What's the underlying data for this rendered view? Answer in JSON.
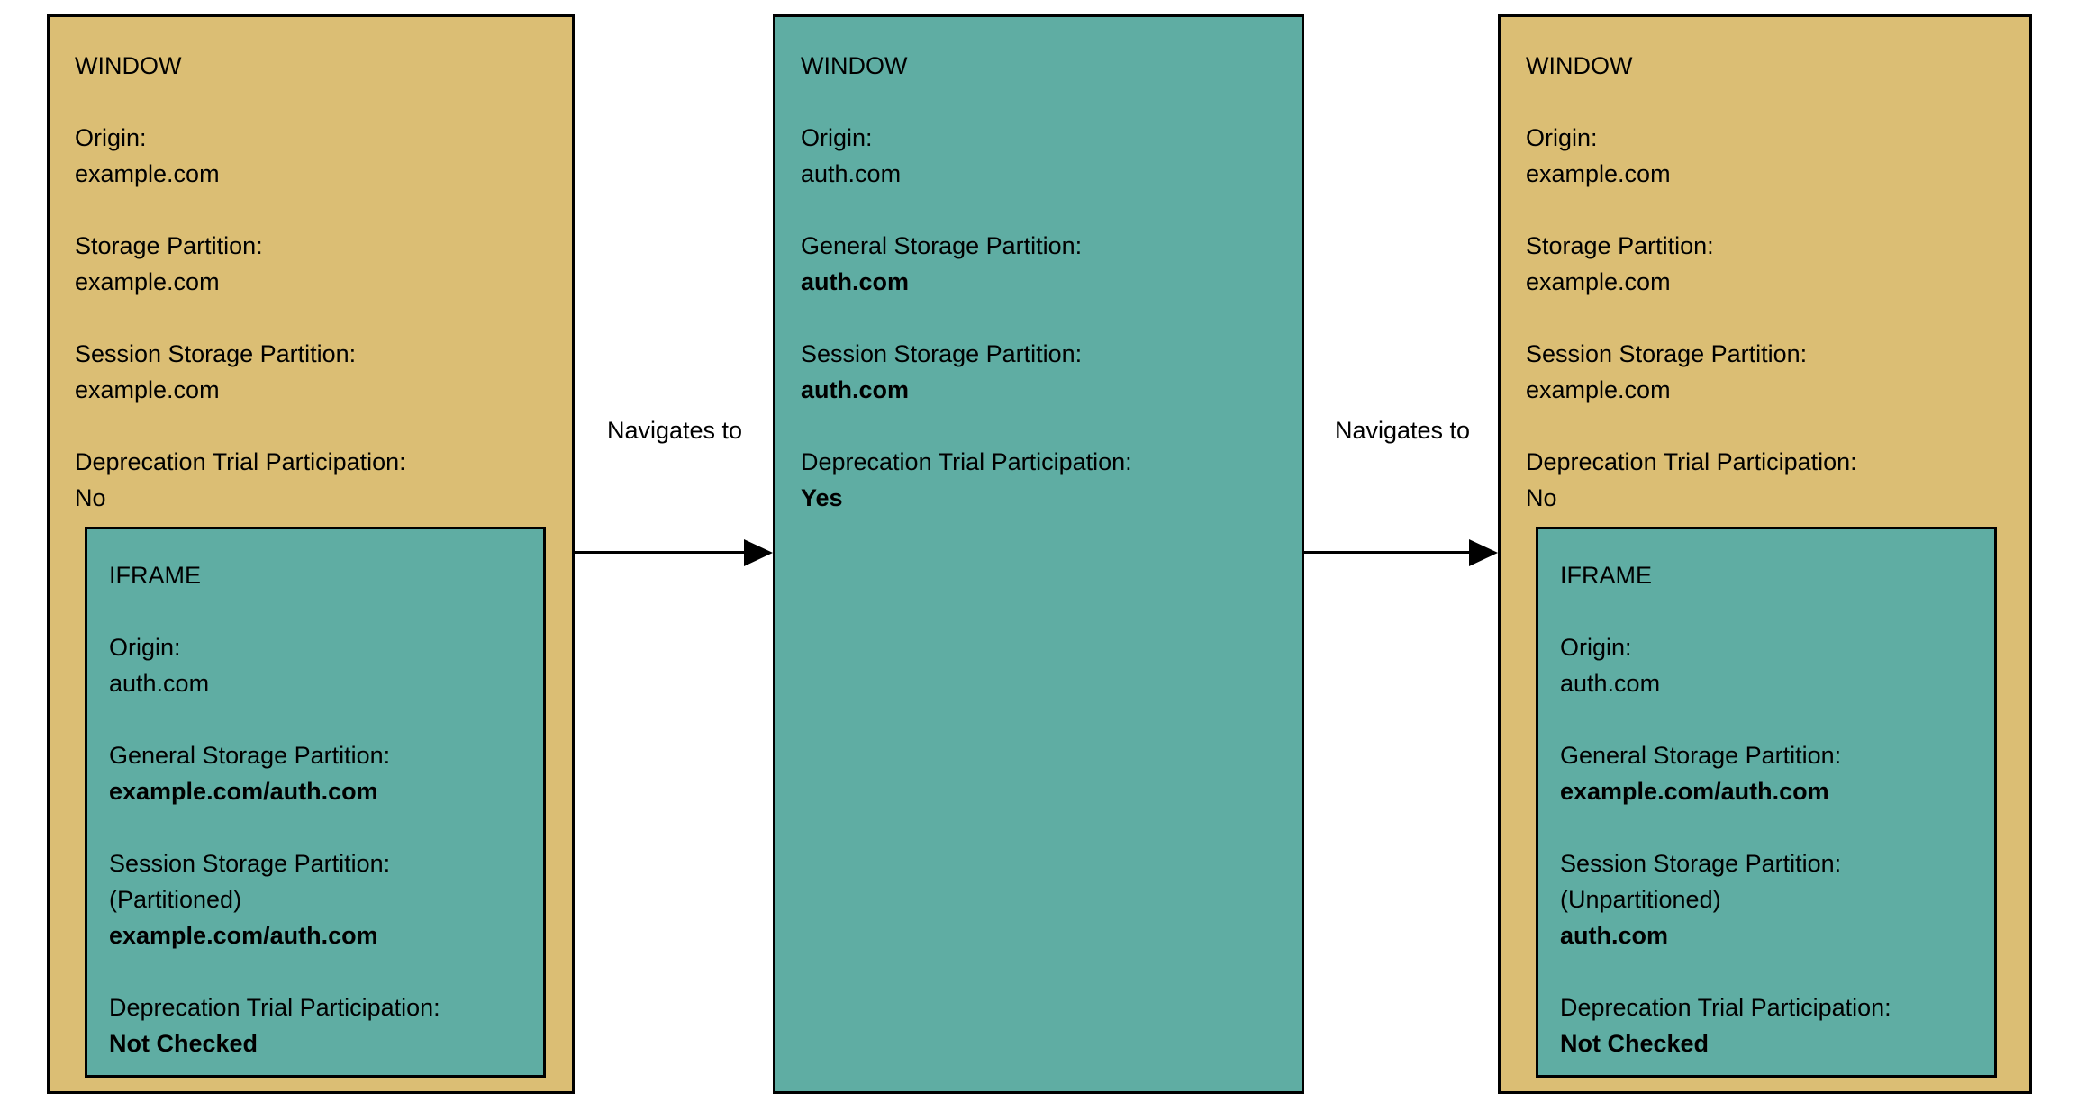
{
  "colors": {
    "window_tan_fill": "#DBBE74",
    "iframe_teal_fill": "#5FADA3",
    "border": "#000000",
    "text": "#000000",
    "background": "#FFFFFF"
  },
  "diagram": {
    "boxes": [
      {
        "title": "WINDOW",
        "fill": "tan",
        "fields": [
          {
            "label": "Origin:",
            "value_lines": [
              {
                "text": "example.com",
                "bold": false
              }
            ]
          },
          {
            "label": "Storage Partition:",
            "value_lines": [
              {
                "text": "example.com",
                "bold": false
              }
            ]
          },
          {
            "label": "Session Storage Partition:",
            "value_lines": [
              {
                "text": "example.com",
                "bold": false
              }
            ]
          },
          {
            "label": "Deprecation Trial Participation:",
            "value_lines": [
              {
                "text": "No",
                "bold": false
              }
            ]
          }
        ],
        "iframe": {
          "title": "IFRAME",
          "fields": [
            {
              "label": "Origin:",
              "value_lines": [
                {
                  "text": "auth.com",
                  "bold": false
                }
              ]
            },
            {
              "label": "General Storage Partition:",
              "value_lines": [
                {
                  "text": "example.com/auth.com",
                  "bold": true
                }
              ]
            },
            {
              "label": "Session Storage Partition:",
              "value_lines": [
                {
                  "text": "(Partitioned)",
                  "bold": false
                },
                {
                  "text": "example.com/auth.com",
                  "bold": true
                }
              ]
            },
            {
              "label": "Deprecation Trial Participation:",
              "value_lines": [
                {
                  "text": "Not Checked",
                  "bold": true
                }
              ]
            }
          ]
        }
      },
      {
        "title": "WINDOW",
        "fill": "teal",
        "fields": [
          {
            "label": "Origin:",
            "value_lines": [
              {
                "text": "auth.com",
                "bold": false
              }
            ]
          },
          {
            "label": "General Storage Partition:",
            "value_lines": [
              {
                "text": "auth.com",
                "bold": true
              }
            ]
          },
          {
            "label": "Session Storage Partition:",
            "value_lines": [
              {
                "text": "auth.com",
                "bold": true
              }
            ]
          },
          {
            "label": "Deprecation Trial Participation:",
            "value_lines": [
              {
                "text": "Yes",
                "bold": true
              }
            ]
          }
        ]
      },
      {
        "title": "WINDOW",
        "fill": "tan",
        "fields": [
          {
            "label": "Origin:",
            "value_lines": [
              {
                "text": "example.com",
                "bold": false
              }
            ]
          },
          {
            "label": "Storage Partition:",
            "value_lines": [
              {
                "text": "example.com",
                "bold": false
              }
            ]
          },
          {
            "label": "Session Storage Partition:",
            "value_lines": [
              {
                "text": "example.com",
                "bold": false
              }
            ]
          },
          {
            "label": "Deprecation Trial Participation:",
            "value_lines": [
              {
                "text": "No",
                "bold": false
              }
            ]
          }
        ],
        "iframe": {
          "title": "IFRAME",
          "fields": [
            {
              "label": "Origin:",
              "value_lines": [
                {
                  "text": "auth.com",
                  "bold": false
                }
              ]
            },
            {
              "label": "General Storage Partition:",
              "value_lines": [
                {
                  "text": "example.com/auth.com",
                  "bold": true
                }
              ]
            },
            {
              "label": "Session Storage Partition:",
              "value_lines": [
                {
                  "text": "(Unpartitioned)",
                  "bold": false
                },
                {
                  "text": "auth.com",
                  "bold": true
                }
              ]
            },
            {
              "label": "Deprecation Trial Participation:",
              "value_lines": [
                {
                  "text": "Not Checked",
                  "bold": true
                }
              ]
            }
          ]
        }
      }
    ],
    "arrows": [
      {
        "label": "Navigates to"
      },
      {
        "label": "Navigates to"
      }
    ]
  }
}
